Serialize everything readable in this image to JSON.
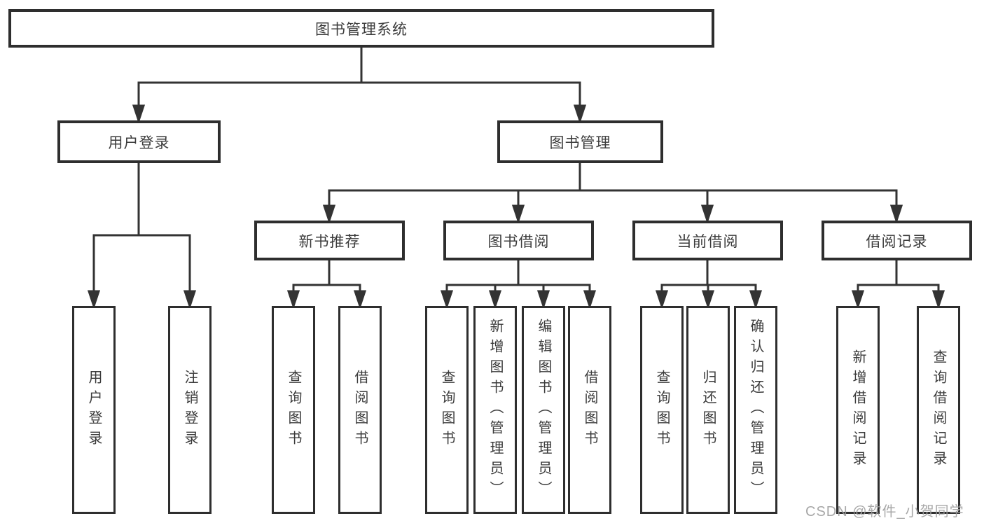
{
  "colors": {
    "line": "#333333",
    "box_border": "#2e2e2e",
    "text": "#3b3b3b",
    "watermark": "#9e9e9e",
    "background": "#ffffff"
  },
  "root": {
    "label": "图书管理系统"
  },
  "branches": {
    "user_login": {
      "label": "用户登录",
      "leaves": [
        {
          "label": "用户登录"
        },
        {
          "label": "注销登录"
        }
      ]
    },
    "book_mgmt": {
      "label": "图书管理",
      "sections": [
        {
          "label": "新书推荐",
          "leaves": [
            {
              "label": "查询图书"
            },
            {
              "label": "借阅图书"
            }
          ]
        },
        {
          "label": "图书借阅",
          "leaves": [
            {
              "label": "查询图书"
            },
            {
              "label": "新增图书（管理员）"
            },
            {
              "label": "编辑图书（管理员）"
            },
            {
              "label": "借阅图书"
            }
          ]
        },
        {
          "label": "当前借阅",
          "leaves": [
            {
              "label": "查询图书"
            },
            {
              "label": "归还图书"
            },
            {
              "label": "确认归还（管理员）"
            }
          ]
        },
        {
          "label": "借阅记录",
          "leaves": [
            {
              "label": "新增借阅记录"
            },
            {
              "label": "查询借阅记录"
            }
          ]
        }
      ]
    }
  },
  "watermark": {
    "text": "CSDN @软件_小贺同学"
  }
}
